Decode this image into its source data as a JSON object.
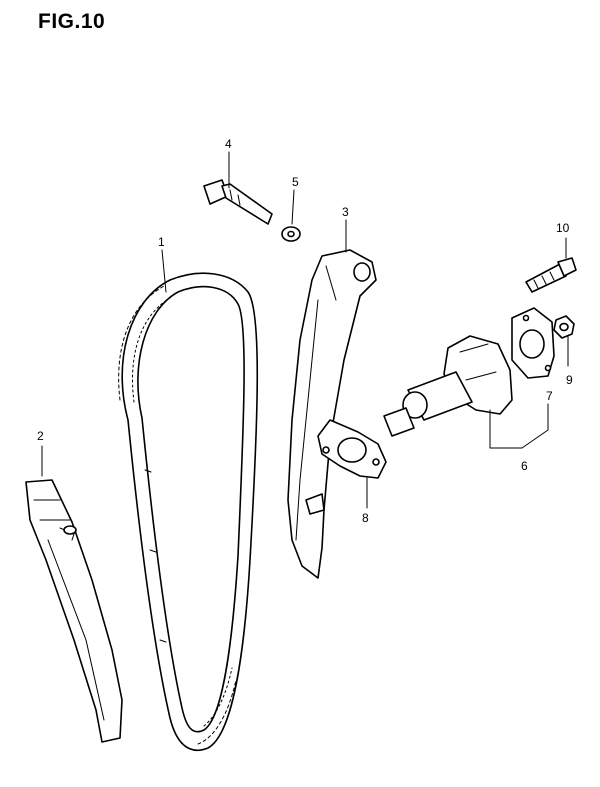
{
  "figure": {
    "title": "FIG.10"
  },
  "callouts": [
    {
      "id": "1",
      "label": "1"
    },
    {
      "id": "2",
      "label": "2"
    },
    {
      "id": "3",
      "label": "3"
    },
    {
      "id": "4",
      "label": "4"
    },
    {
      "id": "5",
      "label": "5"
    },
    {
      "id": "6",
      "label": "6"
    },
    {
      "id": "7",
      "label": "7"
    },
    {
      "id": "8",
      "label": "8"
    },
    {
      "id": "9",
      "label": "9"
    },
    {
      "id": "10",
      "label": "10"
    }
  ]
}
